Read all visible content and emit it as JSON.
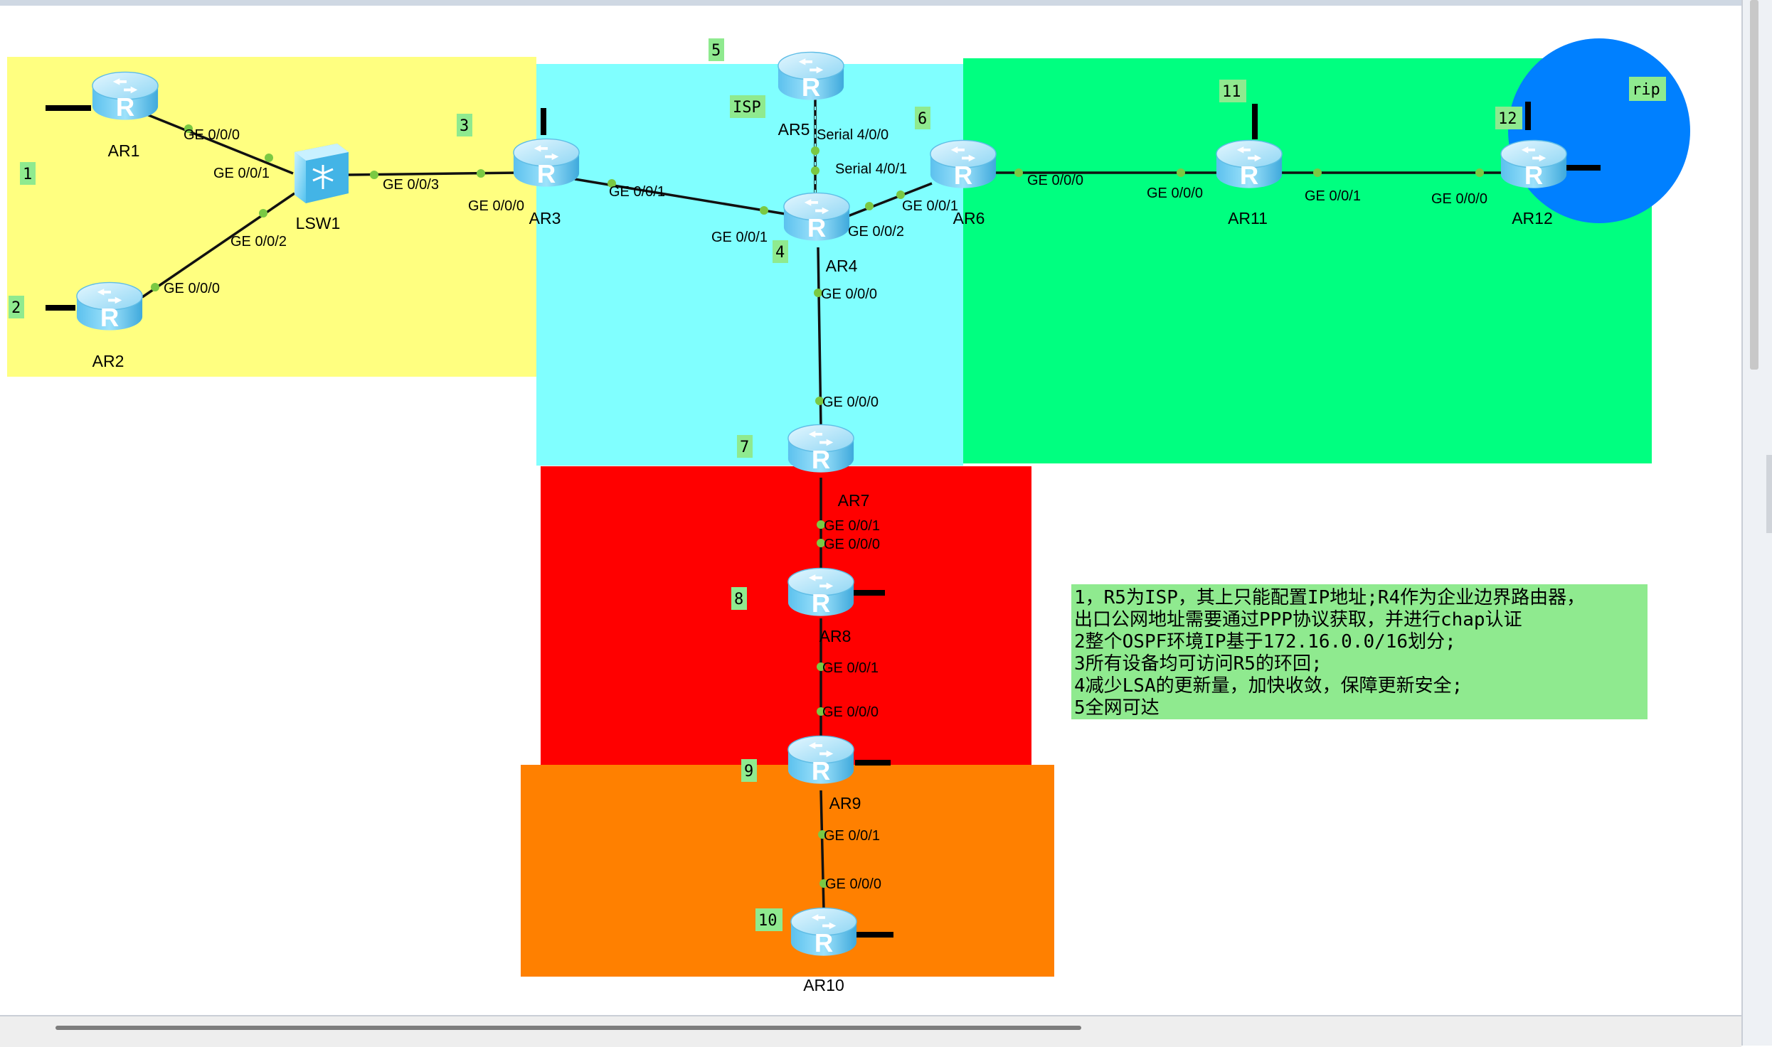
{
  "areas": [
    {
      "label": "1",
      "color": "#ffff80"
    },
    {
      "label": "5",
      "color": "#80ffff"
    },
    {
      "label": "6",
      "color": "#00ff80"
    },
    {
      "label": "7",
      "color": "#ff0000"
    },
    {
      "label": "9",
      "color": "#ff8000"
    },
    {
      "label": "rip",
      "color": "#0080ff"
    }
  ],
  "tags": {
    "t1": "1",
    "t2": "2",
    "t3": "3",
    "t4": "4",
    "t5": "5",
    "t6": "6",
    "t7": "7",
    "t8": "8",
    "t9": "9",
    "t10": "10",
    "t11": "11",
    "t12": "12",
    "isp": "ISP",
    "rip": "rip"
  },
  "devices": {
    "AR1": "AR1",
    "AR2": "AR2",
    "LSW1": "LSW1",
    "AR3": "AR3",
    "AR4": "AR4",
    "AR5": "AR5",
    "AR6": "AR6",
    "AR7": "AR7",
    "AR8": "AR8",
    "AR9": "AR9",
    "AR10": "AR10",
    "AR11": "AR11",
    "AR12": "AR12"
  },
  "ports": {
    "ar1_g000": "GE 0/0/0",
    "lsw1_g001": "GE 0/0/1",
    "lsw1_g002": "GE 0/0/2",
    "ar2_g000": "GE 0/0/0",
    "lsw1_g003": "GE 0/0/3",
    "ar3_g000": "GE 0/0/0",
    "ar3_g001": "GE 0/0/1",
    "ar4_g001": "GE 0/0/1",
    "ar5_s400": "Serial 4/0/0",
    "ar4_s401": "Serial 4/0/1",
    "ar4_g002": "GE 0/0/2",
    "ar6_g001": "GE 0/0/1",
    "ar6_g000": "GE 0/0/0",
    "ar11_g000": "GE 0/0/0",
    "ar11_g001": "GE 0/0/1",
    "ar12_g000": "GE 0/0/0",
    "ar4_g000": "GE 0/0/0",
    "ar7_g000": "GE 0/0/0",
    "ar7_g001": "GE 0/0/1",
    "ar8_g000": "GE 0/0/0",
    "ar8_g001": "GE 0/0/1",
    "ar9_g000": "GE 0/0/0",
    "ar9_g001": "GE 0/0/1",
    "ar10_g000": "GE 0/0/0"
  },
  "requirements": [
    "1，R5为ISP，其上只能配置IP地址;R4作为企业边界路由器，",
    "出口公网地址需要通过PPP协议获取，并进行chap认证",
    "2整个OSPF环境IP基于172.16.0.0/16划分;",
    "3所有设备均可访问R5的环回;",
    "4减少LSA的更新量，加快收敛，保障更新安全;",
    "5全网可达"
  ],
  "icons": {
    "router": "router-icon",
    "switch": "switch-icon"
  }
}
